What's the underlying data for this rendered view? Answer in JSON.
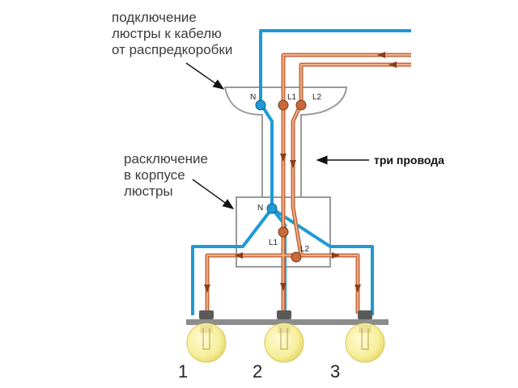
{
  "labels": {
    "top_callout": [
      "подключение",
      "люстры к кабелю",
      "от распредкоробки"
    ],
    "mid_callout": [
      "расключение",
      "в корпусе",
      "люстры"
    ],
    "right_callout": "три провода"
  },
  "terminals": {
    "canopy": {
      "n": "N",
      "l1": "L1",
      "l2": "L2"
    },
    "box": {
      "n": "N",
      "l1": "L1",
      "l2": "L2"
    }
  },
  "lamps": {
    "one": "1",
    "two": "2",
    "three": "3"
  },
  "colors": {
    "neutral_wire": "#1e9ad6",
    "phase_wire": "#c8693a",
    "housing_outline": "#9a9a9a",
    "terminal_blue": "#1e9ad6",
    "terminal_orange": "#c8693a",
    "bulb_glass": "#f6ee9a",
    "lamp_rail": "#8c8c8c"
  },
  "icons": {
    "terminal": "circle-dot-icon",
    "arrow": "arrow-left-icon",
    "lamp": "light-bulb-icon"
  }
}
